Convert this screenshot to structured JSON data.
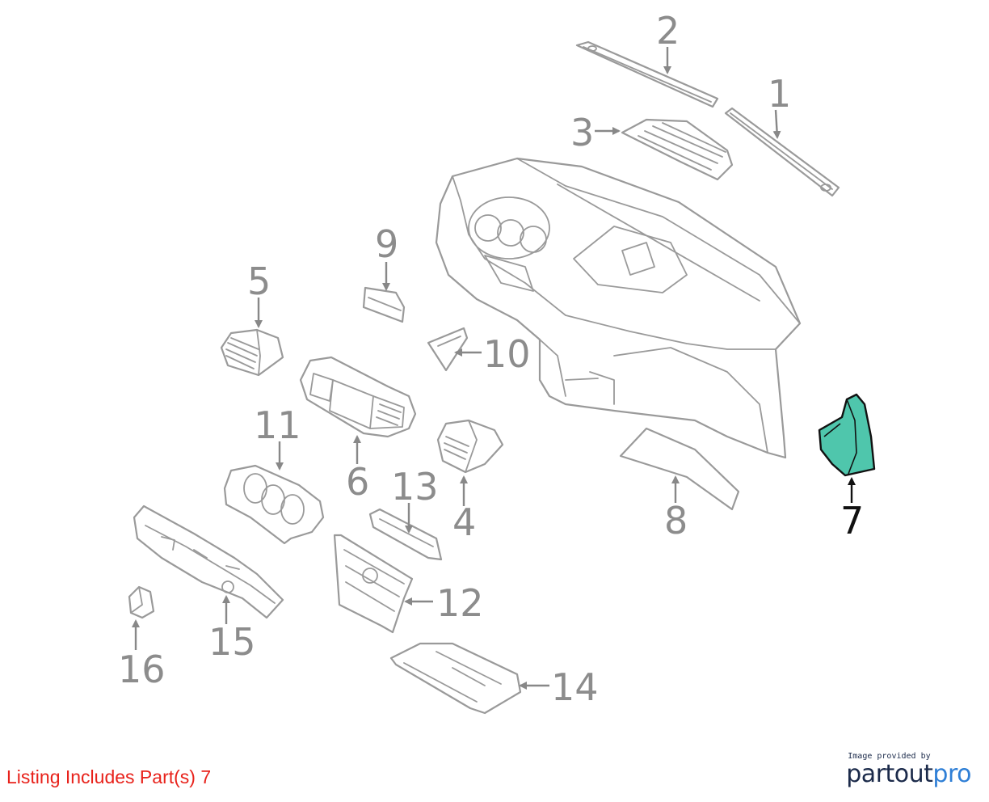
{
  "diagram": {
    "callouts": [
      "1",
      "2",
      "3",
      "4",
      "5",
      "6",
      "7",
      "8",
      "9",
      "10",
      "11",
      "12",
      "13",
      "14",
      "15",
      "16"
    ],
    "highlighted": "7",
    "highlight_color": "#4fc6ac",
    "line_color": "#9a9a9a"
  },
  "footer": {
    "listing_text": "Listing Includes Part(s) 7",
    "listing_color": "#e8221b",
    "credit_caption": "Image provided by",
    "credit_logo_a": "partout",
    "credit_logo_b": "pro"
  }
}
